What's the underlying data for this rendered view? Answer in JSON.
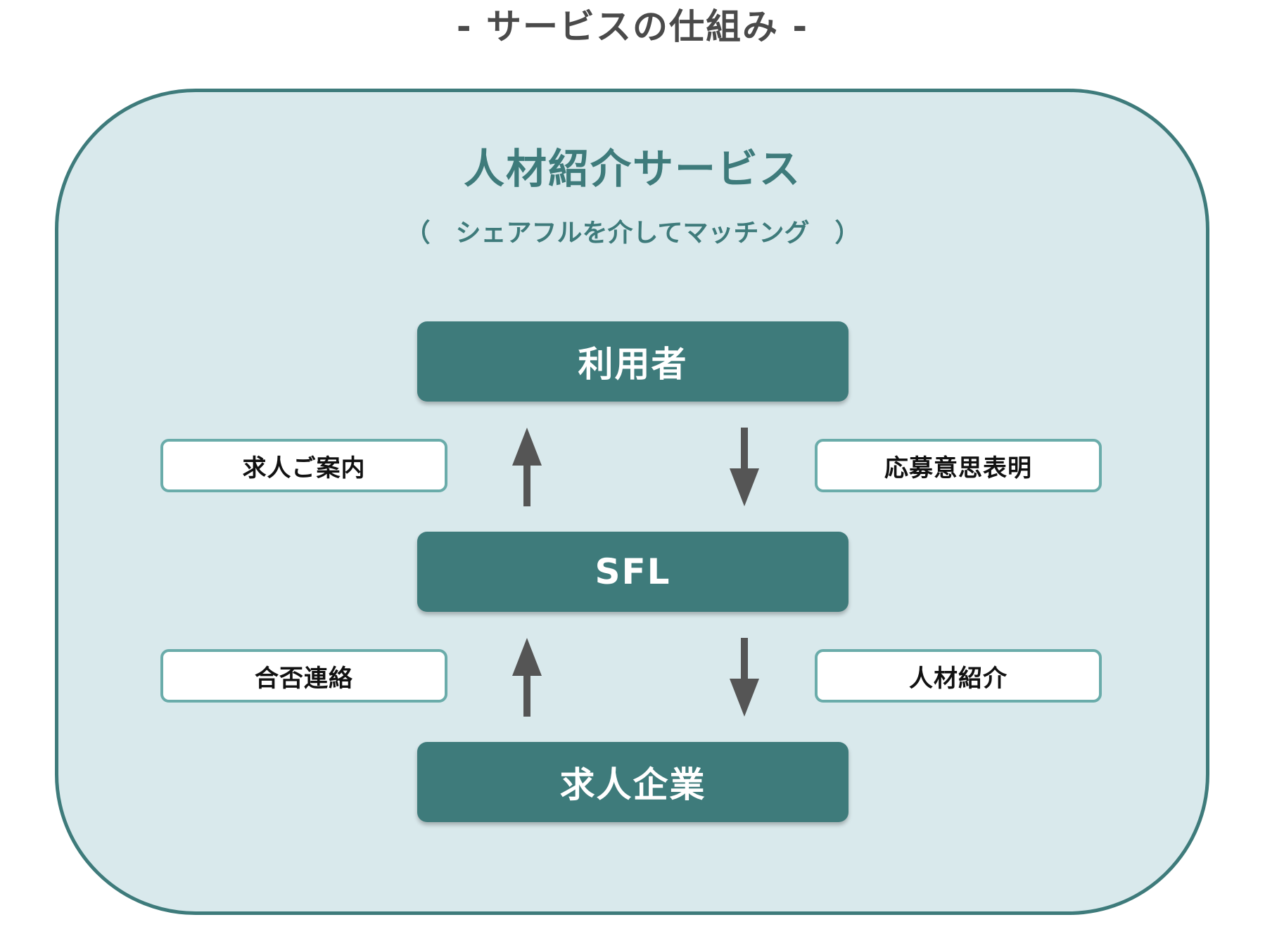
{
  "page_title": "- サービスの仕組み -",
  "service": {
    "title": "人材紹介サービス",
    "subtitle": "（　シェアフルを介してマッチング　）"
  },
  "nodes": {
    "user": "利用者",
    "sfl": "SFL",
    "company": "求人企業"
  },
  "flows": {
    "job_introduction": "求人ご案内",
    "application_intent": "応募意思表明",
    "result_notice": "合否連絡",
    "talent_introduction": "人材紹介"
  },
  "colors": {
    "accent": "#3e7b7b",
    "panel_background": "#d9e9ec",
    "label_border": "#6aacaa",
    "arrow": "#555555"
  }
}
